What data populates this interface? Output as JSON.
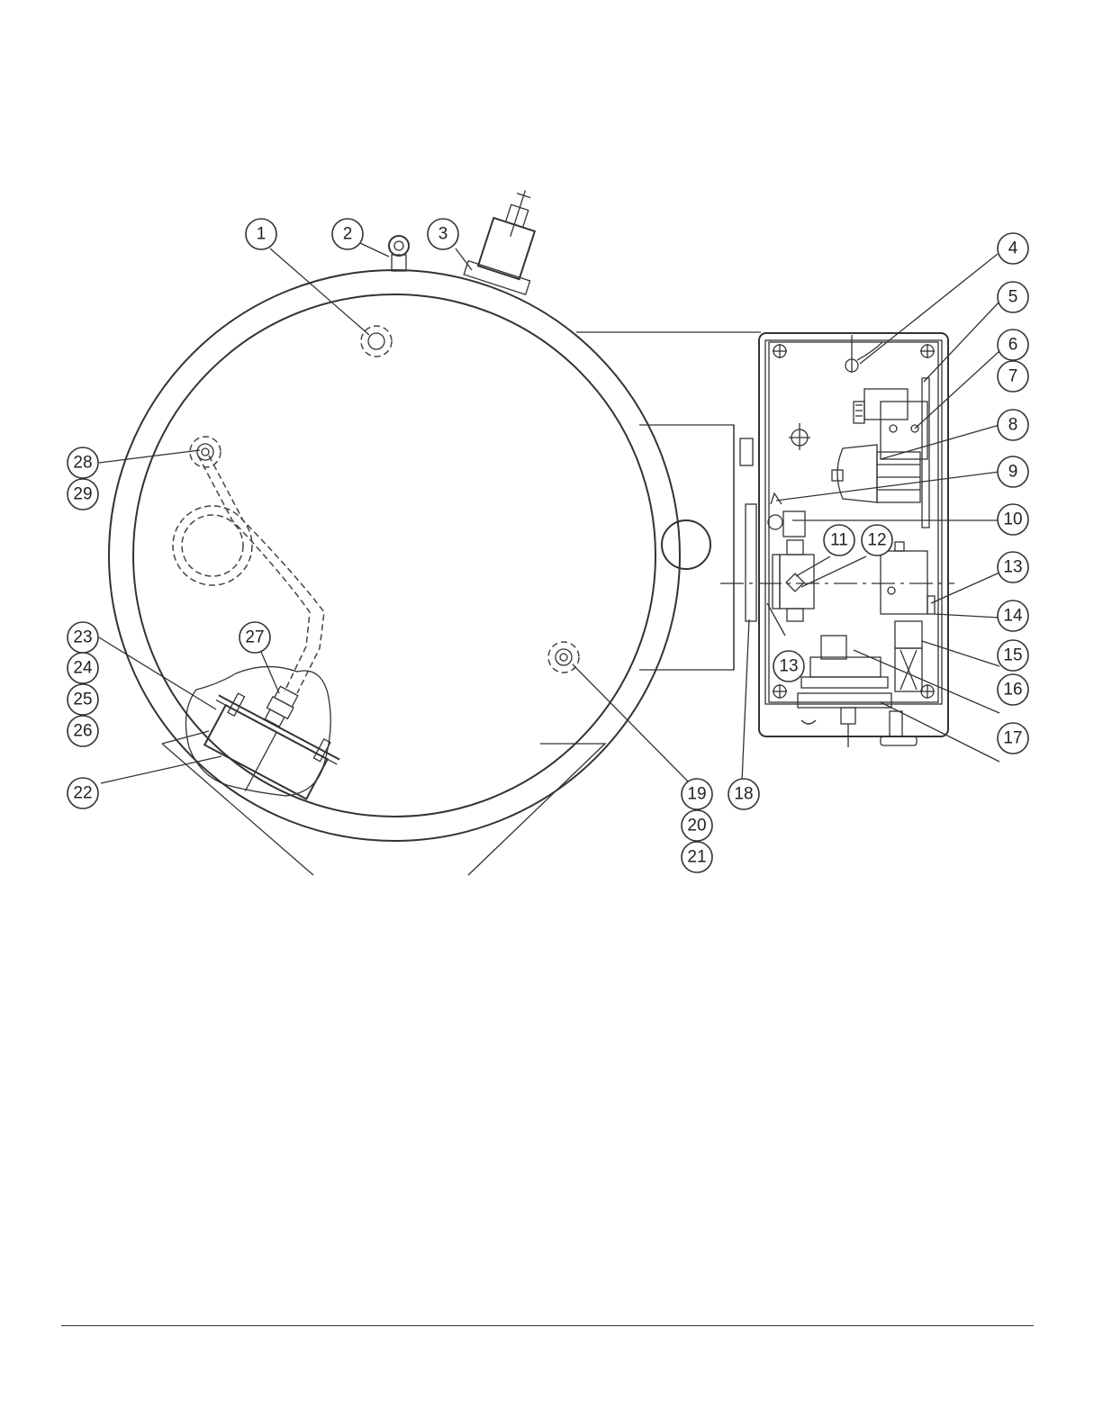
{
  "callouts": [
    {
      "label": "1"
    },
    {
      "label": "2"
    },
    {
      "label": "3"
    },
    {
      "label": "4"
    },
    {
      "label": "5"
    },
    {
      "label": "6"
    },
    {
      "label": "7"
    },
    {
      "label": "8"
    },
    {
      "label": "9"
    },
    {
      "label": "10"
    },
    {
      "label": "11"
    },
    {
      "label": "12"
    },
    {
      "label": "13"
    },
    {
      "label": "14"
    },
    {
      "label": "15"
    },
    {
      "label": "16"
    },
    {
      "label": "17"
    },
    {
      "label": "13"
    },
    {
      "label": "18"
    },
    {
      "label": "19"
    },
    {
      "label": "20"
    },
    {
      "label": "21"
    },
    {
      "label": "22"
    },
    {
      "label": "23"
    },
    {
      "label": "24"
    },
    {
      "label": "25"
    },
    {
      "label": "26"
    },
    {
      "label": "27"
    },
    {
      "label": "28"
    },
    {
      "label": "29"
    }
  ]
}
